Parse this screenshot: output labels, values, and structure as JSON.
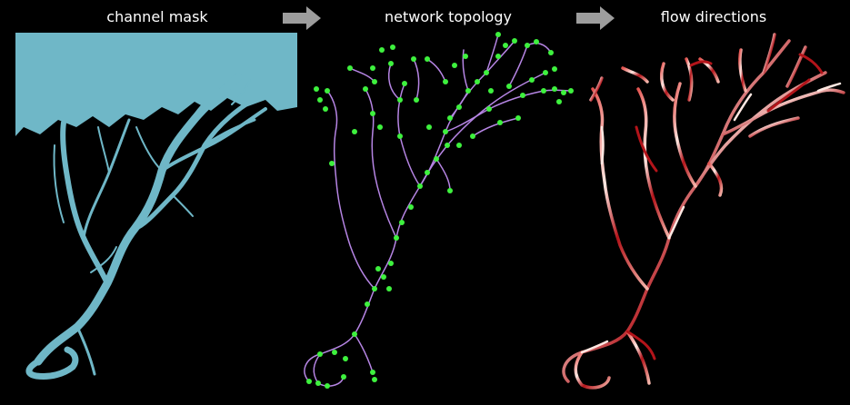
{
  "panels": [
    {
      "title": "channel mask"
    },
    {
      "title": "network topology"
    },
    {
      "title": "flow directions"
    }
  ],
  "colors": {
    "background": "#000000",
    "mask": "#6fb7c7",
    "topology_line": "#b685e4",
    "node": "#3ef13e",
    "arrow": "#9d9d9d",
    "flow_dark": "#b3141a",
    "flow_mid": "#e45450",
    "flow_light": "#ffe8e2"
  },
  "icons": [
    "right-arrow-icon",
    "right-arrow-icon"
  ]
}
